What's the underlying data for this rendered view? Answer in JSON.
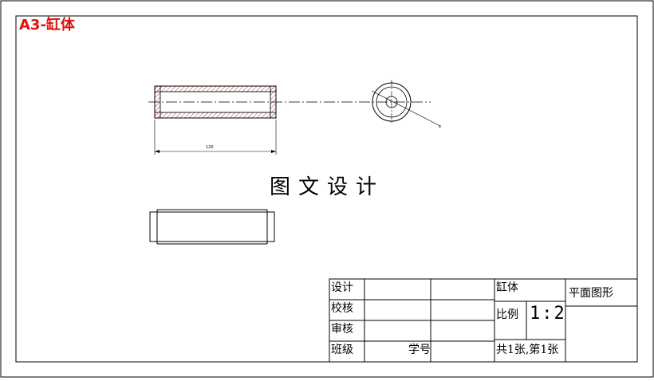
{
  "sheet": {
    "corner_title": "A3-缸体",
    "center_title": "图文设计",
    "dimension_label": "120"
  },
  "title_block": {
    "design": "设计",
    "check": "校核",
    "review": "审核",
    "class": "班级",
    "student_id": "学号",
    "part_name": "缸体",
    "drawing_type": "平面图形",
    "scale_label": "比例",
    "scale_value": "1:2",
    "sheets": "共1张,第1张"
  },
  "colors": {
    "line": "#000000",
    "corner_title": "#e01010",
    "hatch": "#b04030"
  }
}
